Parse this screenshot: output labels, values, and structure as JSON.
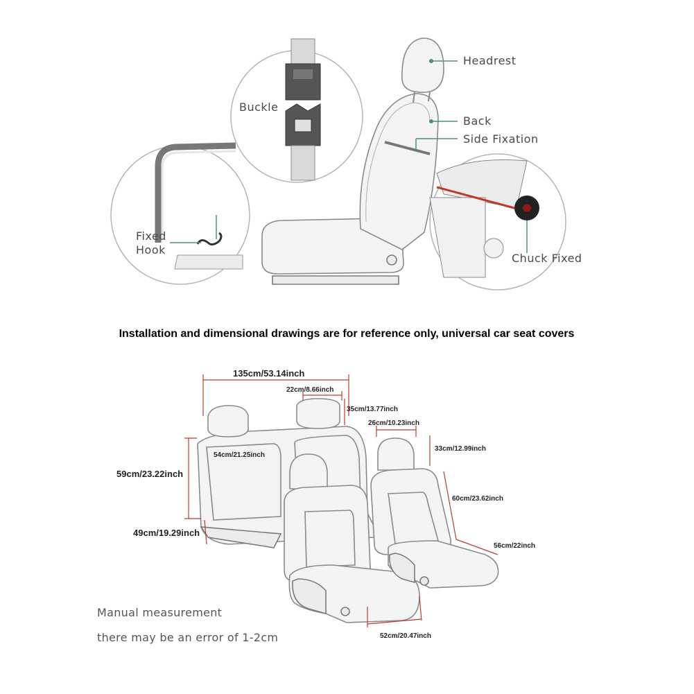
{
  "labels": {
    "headrest": "Headrest",
    "back": "Back",
    "side_fixation": "Side Fixation",
    "buckle": "Buckle",
    "fixed_hook_line1": "Fixed",
    "fixed_hook_line2": "Hook",
    "chuck_fixed": "Chuck Fixed"
  },
  "caption": "Installation and dimensional drawings are for reference only, universal car seat covers",
  "dimensions": {
    "rear_width": "135cm/53.14inch",
    "rear_headrest_width": "22cm/8.66inch",
    "rear_headrest_height": "35cm/13.77inch",
    "front_headrest_width": "26cm/10.23inch",
    "front_headrest_height": "33cm/12.99inch",
    "rear_back_width": "54cm/21.25inch",
    "rear_back_height": "59cm/23.22inch",
    "front_back_height": "60cm/23.62inch",
    "rear_seat_depth": "49cm/19.29inch",
    "front_seat_depth": "56cm/22inch",
    "front_seat_width": "52cm/20.47inch"
  },
  "note": {
    "line1": "Manual measurement",
    "line2": "there may be an error of 1-2cm"
  },
  "colors": {
    "dimension_line": "#c0392b",
    "leader_line": "#4c8f82",
    "outline": "#8a8a8a"
  }
}
